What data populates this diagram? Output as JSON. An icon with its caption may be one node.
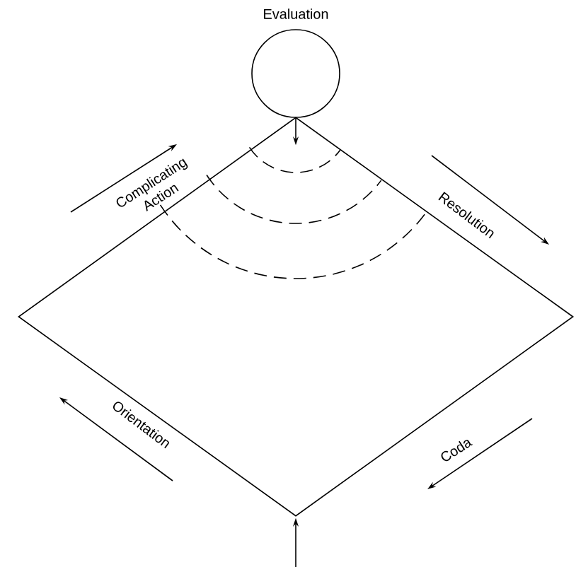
{
  "diagram": {
    "nodes": [
      {
        "text": [
          "Evaluation"
        ]
      },
      {
        "text": [],
        "shape": "diamond"
      }
    ],
    "edges": [
      {
        "from": 0,
        "to": 1,
        "arrow": "to"
      },
      {
        "from": null,
        "to": 1,
        "arrow": "to"
      }
    ],
    "labels": [
      "Complicating Action",
      "Resolution",
      "Orientation",
      "Coda"
    ]
  }
}
